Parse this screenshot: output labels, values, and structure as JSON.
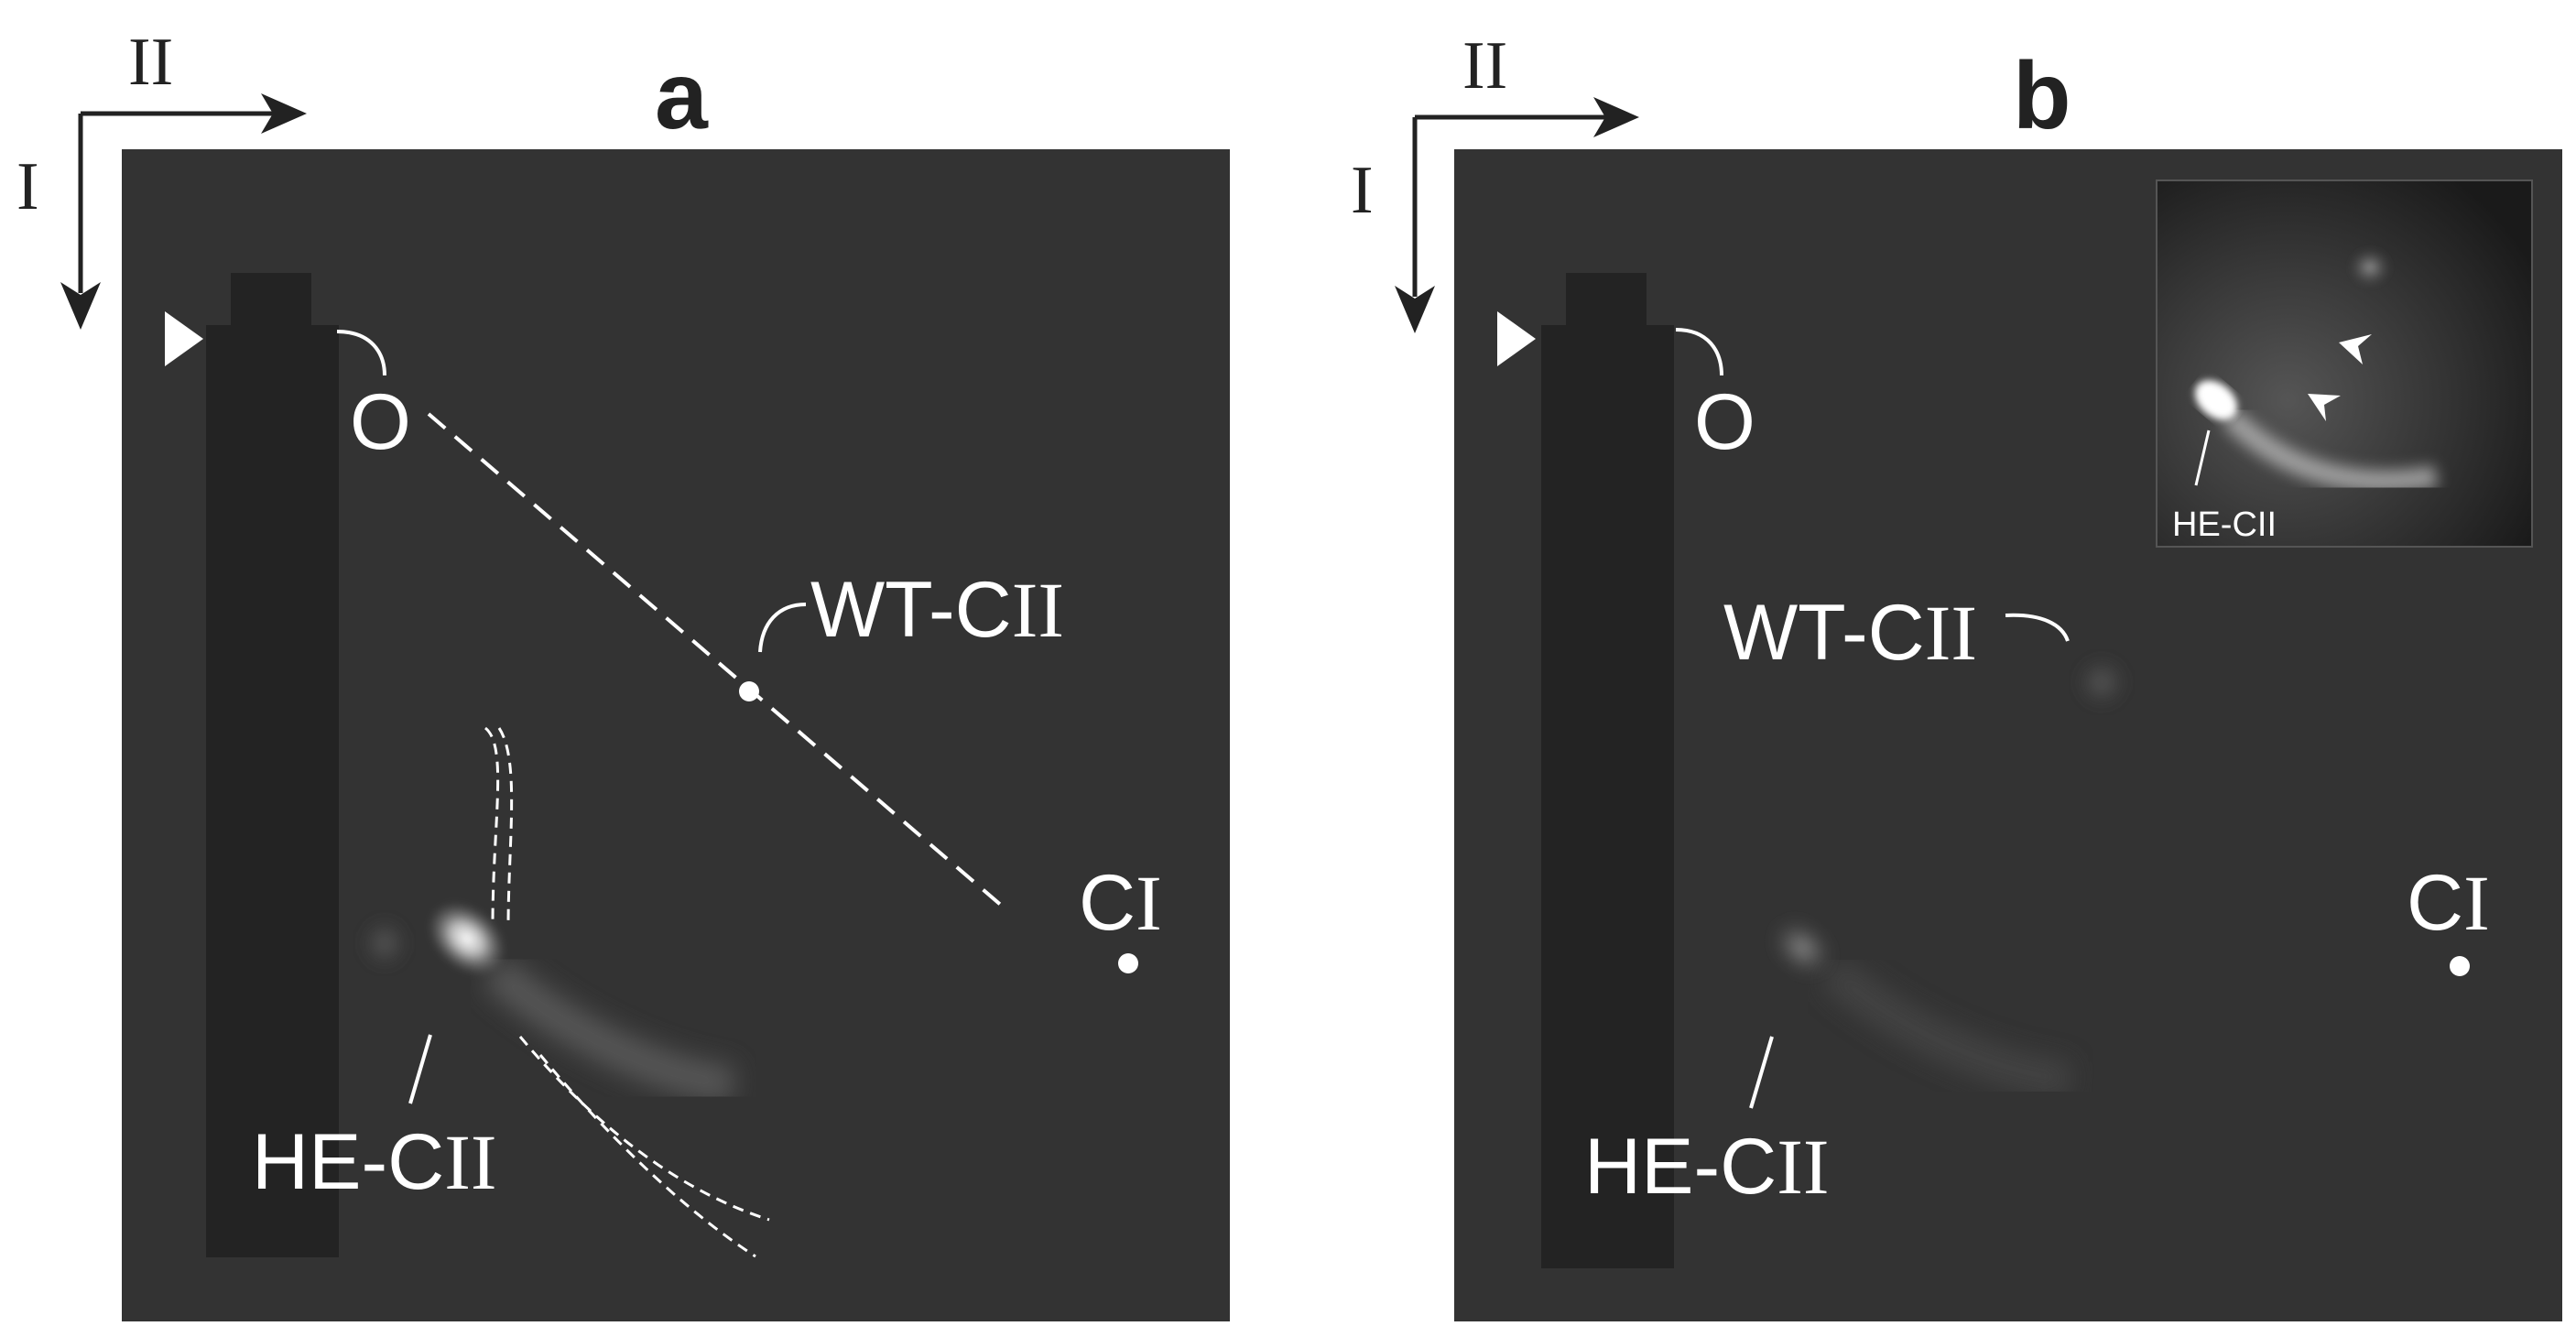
{
  "panels": [
    {
      "letter": "a",
      "axis_first": "I",
      "axis_second": "II",
      "origin_label": "O",
      "wt_label": {
        "prefix": "WT-C",
        "roman": "II"
      },
      "ci_label": {
        "prefix": "C",
        "roman": "I"
      },
      "he_label": {
        "prefix": "HE-C",
        "roman": "II"
      }
    },
    {
      "letter": "b",
      "axis_first": "I",
      "axis_second": "II",
      "origin_label": "O",
      "wt_label": {
        "prefix": "WT-C",
        "roman": "II"
      },
      "ci_label": {
        "prefix": "C",
        "roman": "I"
      },
      "he_label": {
        "prefix": "HE-C",
        "roman": "II"
      },
      "inset_label": "HE-CII"
    }
  ],
  "colors": {
    "background": "#ffffff",
    "gel": "#333333",
    "gel_strip": "#222222",
    "annotation": "#ffffff",
    "text_dark": "#222222"
  }
}
